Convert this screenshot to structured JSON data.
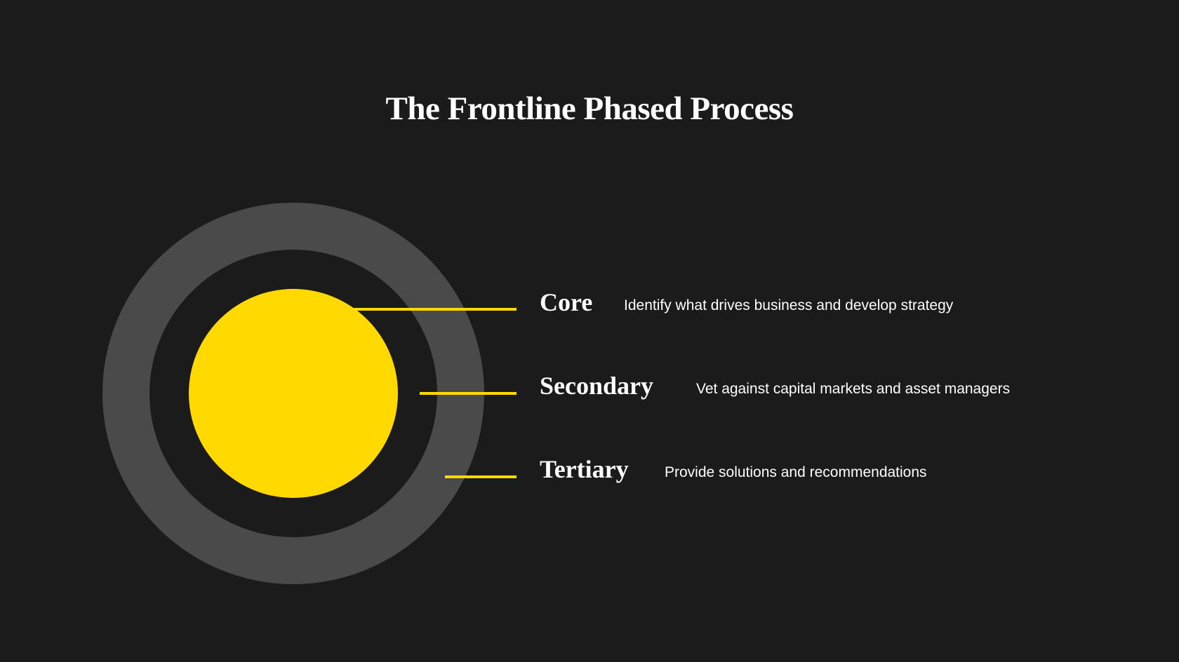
{
  "title": "The Frontline Phased Process",
  "colors": {
    "background": "#1b1b1b",
    "outer_ring": "#4a4a4a",
    "accent": "#ffd900",
    "text": "#ffffff"
  },
  "phases": [
    {
      "label": "Core",
      "description": "Identify what drives business and develop strategy"
    },
    {
      "label": "Secondary",
      "description": "Vet against capital markets and asset managers"
    },
    {
      "label": "Tertiary",
      "description": "Provide solutions and recommendations"
    }
  ]
}
